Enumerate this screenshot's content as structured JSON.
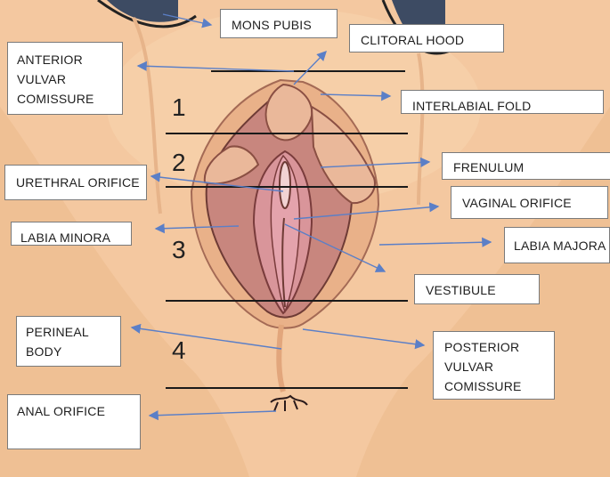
{
  "labels": {
    "mons_pubis": "MONS PUBIS",
    "clitoral_hood": "CLITORAL HOOD",
    "anterior_vulvar_commissure": "ANTERIOR\nVULVAR\nCOMISSURE",
    "interlabial_fold": "INTERLABIAL FOLD",
    "urethral_orifice": "URETHRAL ORIFICE",
    "frenulum": "FRENULUM",
    "vaginal_orifice": "VAGINAL ORIFICE",
    "labia_minora": "LABIA MINORA",
    "labia_majora": "LABIA MAJORA",
    "vestibule": "VESTIBULE",
    "perineal_body": "PERINEAL\nBODY",
    "posterior_vulvar_commissure": "POSTERIOR\nVULVAR\nCOMISSURE",
    "anal_orifice": "ANAL ORIFICE"
  },
  "zones": [
    "1",
    "2",
    "3",
    "4"
  ],
  "colors": {
    "background": "#f4c8a0",
    "skin_light": "#f7d2ae",
    "labia_outer": "#c8867e",
    "labia_inner": "#d9959a",
    "vestibule": "#e4a3ac",
    "arrow": "#5b7fc7",
    "line": "#1a1a1a"
  }
}
